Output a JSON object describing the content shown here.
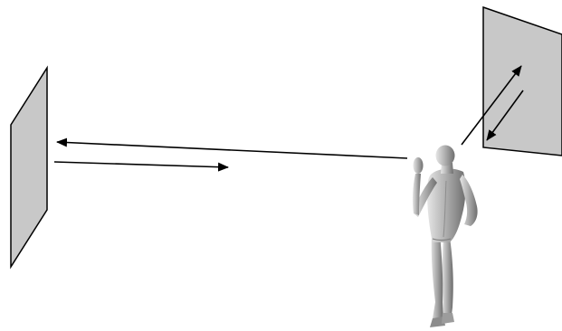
{
  "scene": {
    "background": "#ffffff",
    "panel_fill": "#c8c8c8",
    "panel_stroke": "#000000",
    "arrow_color": "#000000",
    "figure_shade_light": "#e2e2e2",
    "figure_shade_mid": "#a9a9a9",
    "figure_shade_dark": "#6e6e6e"
  },
  "elements": {
    "left_panel": "left-reflecting-panel",
    "right_panel": "right-reflecting-panel",
    "figure": "standing-human-figure"
  }
}
